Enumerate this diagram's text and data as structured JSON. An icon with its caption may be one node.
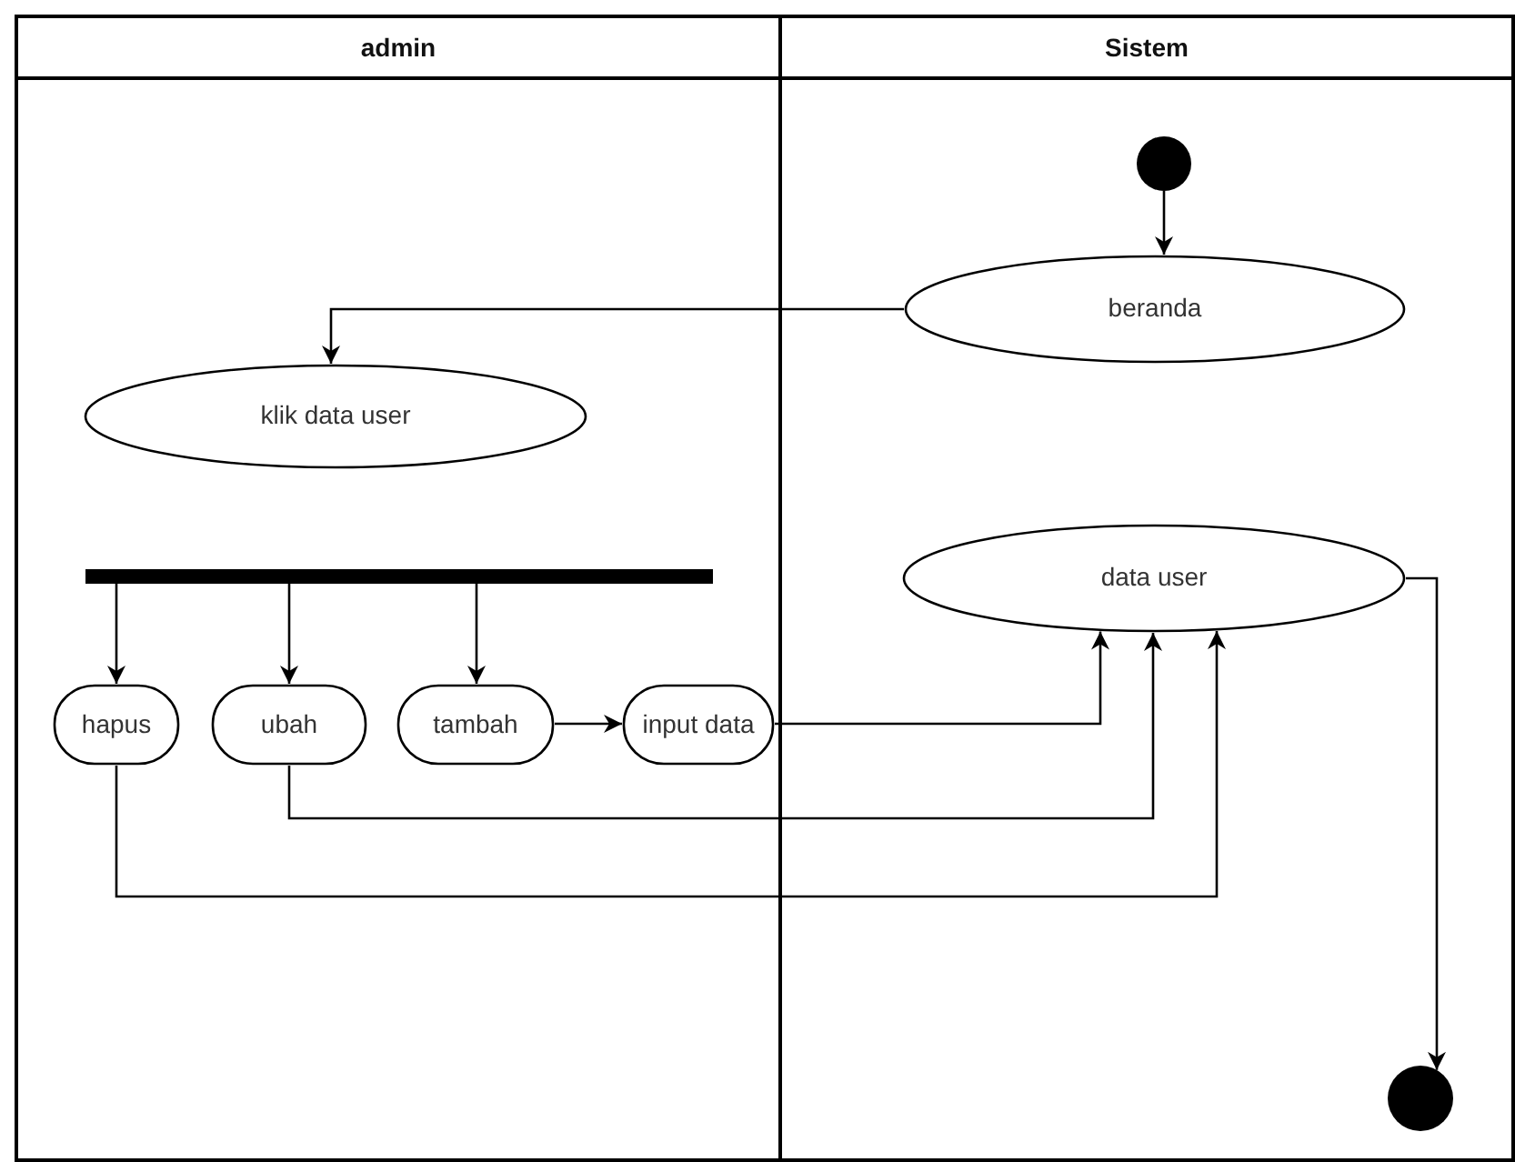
{
  "diagram": {
    "nodes": [
      {
        "text": [
          "admin"
        ]
      },
      {
        "text": [
          "Sistem"
        ]
      },
      {
        "text": [],
        "shape": "circle",
        "in": 1
      },
      {
        "text": [
          "beranda"
        ],
        "in": 1
      },
      {
        "text": [
          "klik data user"
        ],
        "in": 0
      },
      {
        "text": [],
        "shape": "bar",
        "in": 0
      },
      {
        "text": [
          "hapus"
        ],
        "in": 0
      },
      {
        "text": [
          "ubah"
        ],
        "in": 0
      },
      {
        "text": [
          "tambah"
        ],
        "in": 0
      },
      {
        "text": [
          "input data"
        ],
        "in": 0
      },
      {
        "text": [
          "data user"
        ],
        "in": 1
      },
      {
        "text": [],
        "shape": "circle",
        "in": 1
      }
    ],
    "edges": [
      {
        "from": 2,
        "to": 3,
        "arrow": "to"
      },
      {
        "from": 3,
        "to": 4,
        "arrow": "to"
      },
      {
        "from": 5,
        "to": 6,
        "arrow": "to"
      },
      {
        "from": 5,
        "to": 7,
        "arrow": "to"
      },
      {
        "from": 5,
        "to": 8,
        "arrow": "to"
      },
      {
        "from": 8,
        "to": 9,
        "arrow": "to"
      },
      {
        "from": 9,
        "to": 10,
        "arrow": "to"
      },
      {
        "from": 7,
        "to": 10,
        "arrow": "to"
      },
      {
        "from": 6,
        "to": 10,
        "arrow": "to"
      },
      {
        "from": 10,
        "to": 11,
        "arrow": "to"
      }
    ]
  }
}
